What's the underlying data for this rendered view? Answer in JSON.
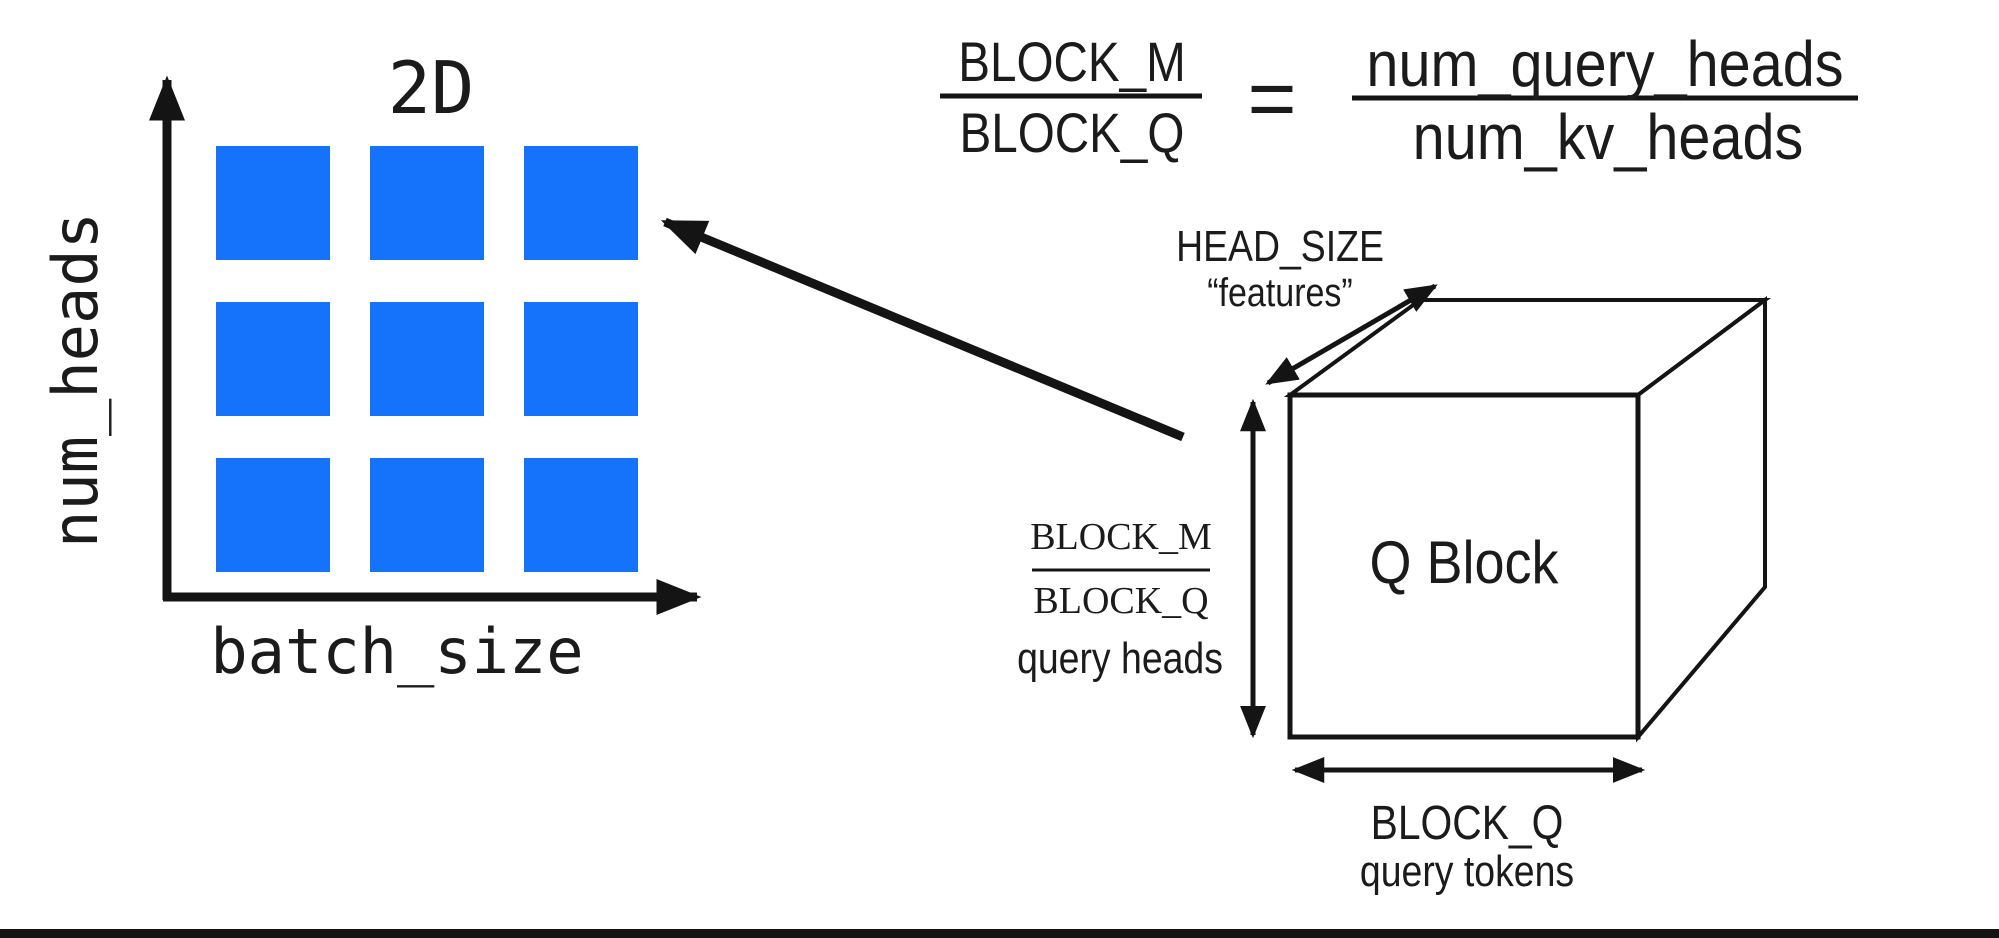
{
  "colors": {
    "background": "#ffffff",
    "block_blue": "#1473fa",
    "line": "#141414",
    "text": "#1b1b1b",
    "bottom_bar": "#141414"
  },
  "plot2d": {
    "title": "2D",
    "y_axis_label": "num_heads",
    "x_axis_label": "batch_size",
    "grid": {
      "rows": 3,
      "cols": 3
    }
  },
  "formula": {
    "lhs": {
      "numerator": "BLOCK_M",
      "denominator": "BLOCK_Q"
    },
    "equals_sign": "=",
    "rhs": {
      "numerator": "num_query_heads",
      "denominator": "num_kv_heads"
    }
  },
  "cube": {
    "face_label": "Q Block",
    "depth_label": {
      "line1": "HEAD_SIZE",
      "line2": "“features”"
    },
    "height_label": {
      "numerator": "BLOCK_M",
      "denominator": "BLOCK_Q",
      "caption": "query heads"
    },
    "width_label": {
      "line1": "BLOCK_Q",
      "line2": "query tokens"
    }
  }
}
